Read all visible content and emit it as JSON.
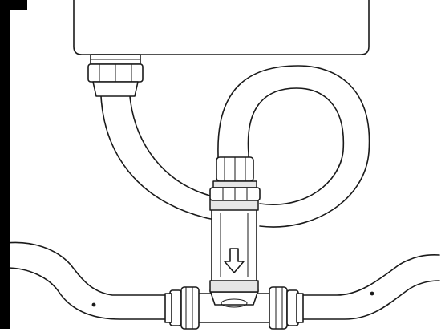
{
  "diagram": {
    "flow_direction": "down",
    "parts": [
      {
        "id": "control-unit-box"
      },
      {
        "id": "cable-gland"
      },
      {
        "id": "sensor-cable"
      },
      {
        "id": "flow-sensor-body"
      },
      {
        "id": "union-nut-top"
      },
      {
        "id": "tee-fitting"
      },
      {
        "id": "compression-fitting-left"
      },
      {
        "id": "compression-fitting-right"
      },
      {
        "id": "main-pipe"
      }
    ],
    "colors": {
      "line": "#1a1a1a",
      "fill": "#ffffff",
      "shade": "#e6e6e6",
      "frame": "#000000"
    }
  }
}
